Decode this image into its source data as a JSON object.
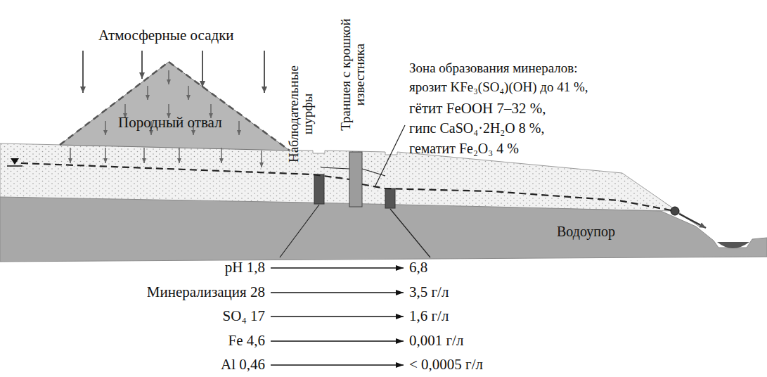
{
  "diagram": {
    "labels": [
      "Атмосферные осадки",
      "Породный отвал",
      "Наблюдательные шурфы",
      "Траншея с крошкой известняка",
      "Зона образования минералов:",
      "ярозит KFe₃(SO₄)(OH) до 41 %,",
      "гётит FeOOH 7–32 %,",
      "гипс CaSO₄·2H₂O 8 %,",
      "гематит Fe₂O₃ 4 %",
      "Водоупор",
      "pH 1,8",
      "6,8",
      "Минерализация 28",
      "3,5 г/л",
      "SO₄ 17",
      "1,6 г/л",
      "Fe 4,6",
      "0,001 г/л",
      "Al 0,46",
      "< 0,0005 г/л"
    ]
  }
}
